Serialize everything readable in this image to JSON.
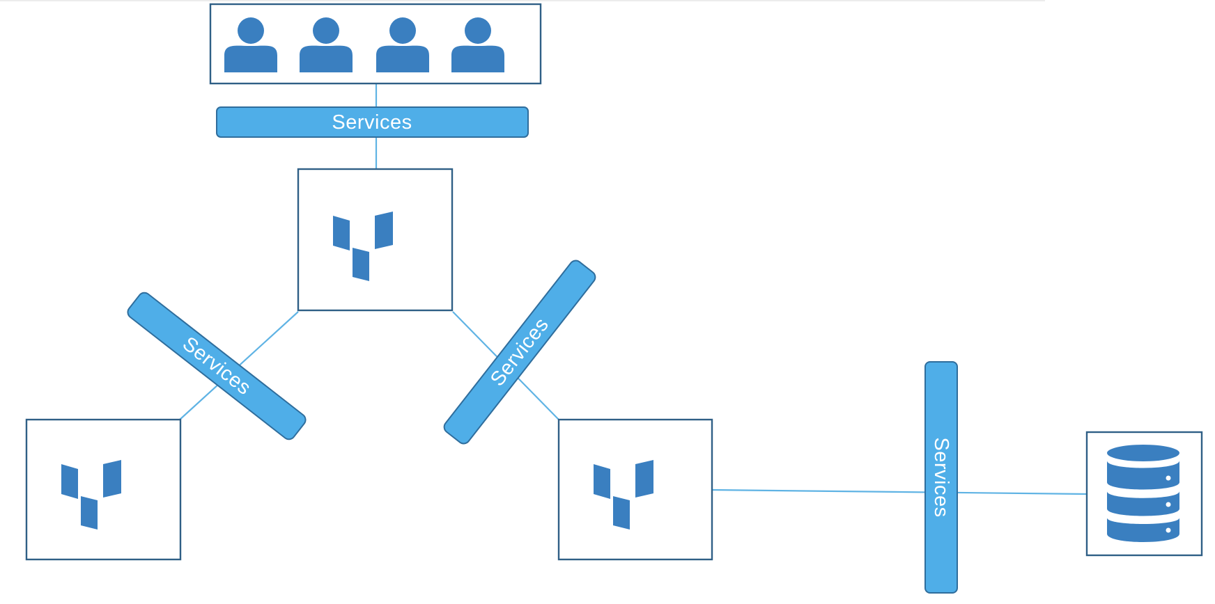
{
  "diagram": {
    "colors": {
      "service_bar_fill": "#4faee8",
      "service_bar_border": "#2f6d9c",
      "box_border": "#2f5f86",
      "connector": "#5fb3e4",
      "icon_fill": "#3a7fc0",
      "label_text": "#ffffff"
    },
    "service_bars": [
      {
        "label": "Services"
      },
      {
        "label": "Services"
      },
      {
        "label": "Services"
      },
      {
        "label": "Services"
      }
    ],
    "nodes": {
      "users": {
        "icon": "users-icon",
        "count": 4
      },
      "services": [
        {
          "icon": "microservice-icon"
        },
        {
          "icon": "microservice-icon"
        },
        {
          "icon": "microservice-icon"
        }
      ],
      "database": {
        "icon": "database-icon"
      }
    }
  }
}
